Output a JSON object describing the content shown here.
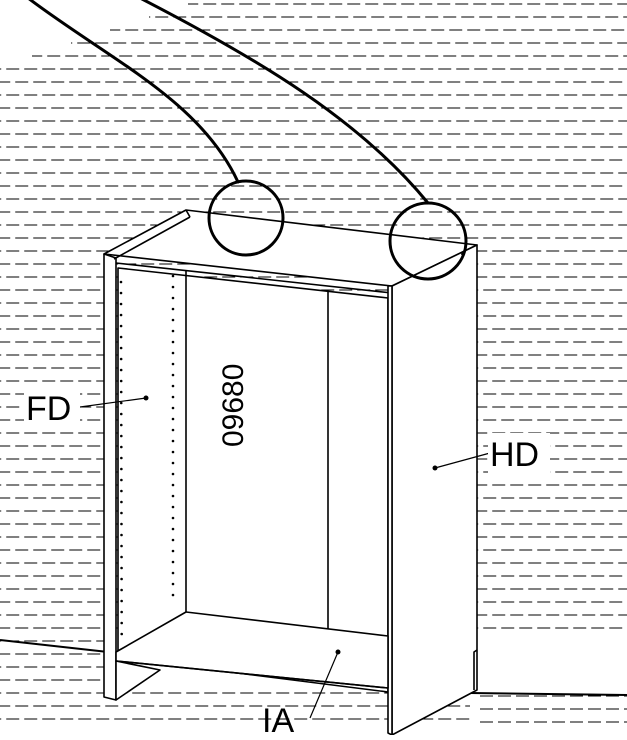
{
  "diagram": {
    "labels": {
      "fd": "FD",
      "hd": "HD",
      "ia": "IA"
    },
    "panel_code": "09680",
    "colors": {
      "line": "#000000",
      "background": "#ffffff"
    }
  }
}
